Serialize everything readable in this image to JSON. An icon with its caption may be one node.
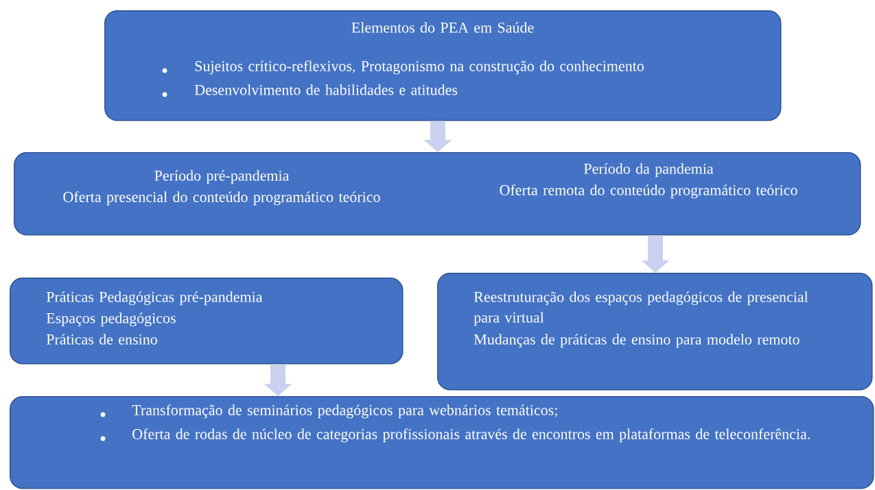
{
  "diagram": {
    "nodes": [
      {
        "text": [
          "Elementos do PEA em Saúde",
          "Sujeitos crítico-reflexivos, Protagonismo na construção do conhecimento",
          "Desenvolvimento de habilidades e atitudes"
        ]
      },
      {
        "text": [
          "Período pré-pandemia",
          "Oferta presencial do conteúdo programático teórico",
          "Período da pandemia",
          "Oferta remota do conteúdo programático teórico"
        ]
      },
      {
        "text": [
          "Práticas Pedagógicas pré-pandemia",
          "Espaços pedagógicos",
          "Práticas de ensino"
        ]
      },
      {
        "text": [
          "Reestruturação dos espaços pedagógicos de presencial para virtual",
          "Mudanças de práticas de ensino para modelo remoto"
        ]
      },
      {
        "text": [
          "Transformação de seminários pedagógicos para webnários temáticos;",
          "Oferta  de rodas de núcleo de categorias profissionais através de encontros em plataformas de teleconferência."
        ]
      }
    ],
    "edges": [
      {
        "from": 0,
        "to": 1,
        "arrow": "to"
      },
      {
        "from": 1,
        "to": 3,
        "arrow": "to"
      },
      {
        "from": 2,
        "to": 4,
        "arrow": "to"
      }
    ]
  }
}
